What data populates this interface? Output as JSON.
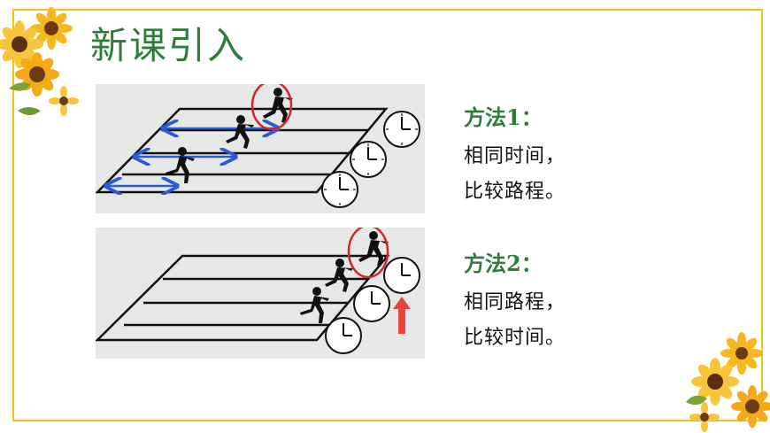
{
  "title": "新课引入",
  "method1": {
    "heading": "方法1：",
    "line1": "相同时间，",
    "line2": "比较路程。"
  },
  "method2": {
    "heading": "方法2：",
    "line1": "相同路程，",
    "line2": "比较时间。"
  },
  "colors": {
    "title_green": "#2f7d3b",
    "border_yellow": "#f0c419",
    "arrow_blue": "#2a5bd7",
    "highlight_red": "#d8232a"
  }
}
